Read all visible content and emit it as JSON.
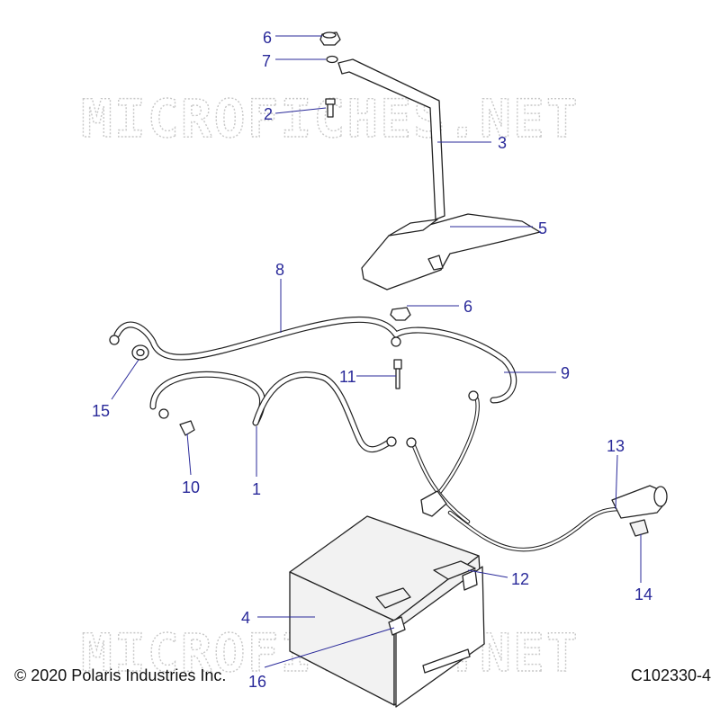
{
  "watermark": "MICROFICHES.NET",
  "copyright": "© 2020 Polaris Industries Inc.",
  "figure_id": "C102330-4",
  "callouts": {
    "c6a": "6",
    "c7": "7",
    "c2": "2",
    "c3": "3",
    "c5": "5",
    "c8": "8",
    "c6b": "6",
    "c11": "11",
    "c9": "9",
    "c15": "15",
    "c10": "10",
    "c1": "1",
    "c13": "13",
    "c12": "12",
    "c14": "14",
    "c4": "4",
    "c16": "16"
  },
  "colors": {
    "callout": "#2a2a9a",
    "line_art": "#222222",
    "watermark": "#c8c8c8"
  }
}
